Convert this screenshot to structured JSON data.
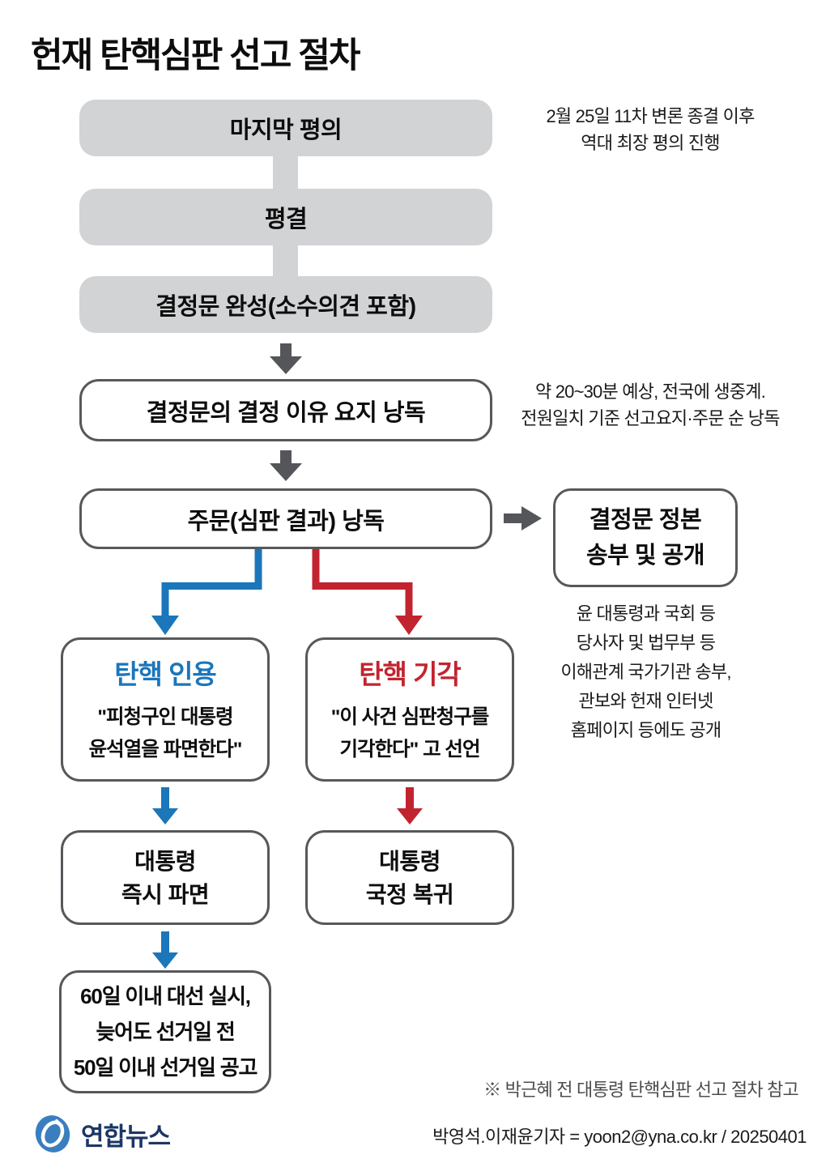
{
  "title": "헌재 탄핵심판 선고 절차",
  "colors": {
    "accept_blue": "#1b76ba",
    "reject_red": "#c2242f",
    "box_gray": "#d2d3d5",
    "border_gray": "#57585c",
    "logo_navy": "#1c3667",
    "logo_blue": "#3b7ec0"
  },
  "flow": {
    "step1": "마지막 평의",
    "step1_note": [
      "2월 25일 11차 변론 종결 이후",
      "역대 최장 평의 진행"
    ],
    "step2": "평결",
    "step3": "결정문 완성(소수의견 포함)",
    "step4": "결정문의 결정 이유 요지 낭독",
    "step4_note": [
      "약 20~30분 예상, 전국에 생중계.",
      "전원일치 기준 선고요지·주문 순 낭독"
    ],
    "step5": "주문(심판 결과) 낭독",
    "side_box": [
      "결정문 정본",
      "송부 및 공개"
    ],
    "side_box_note": [
      "윤 대통령과 국회 등",
      "당사자 및 법무부 등",
      "이해관계 국가기관 송부,",
      "관보와 헌재 인터넷",
      "홈페이지 등에도 공개"
    ]
  },
  "branches": {
    "accept": {
      "title": "탄핵 인용",
      "quote": [
        "\"피청구인 대통령",
        "윤석열을 파면한다\""
      ],
      "result": [
        "대통령",
        "즉시 파면"
      ],
      "followup": [
        "60일 이내 대선 실시,",
        "늦어도 선거일 전",
        "50일 이내 선거일 공고"
      ]
    },
    "reject": {
      "title": "탄핵 기각",
      "quote": [
        "\"이 사건 심판청구를",
        "기각한다\" 고 선언"
      ],
      "result": [
        "대통령",
        "국정 복귀"
      ]
    }
  },
  "footnote": "※ 박근혜 전 대통령 탄핵심판 선고 절차 참고",
  "footer": {
    "logo_text": "연합뉴스",
    "credit": "박영석.이재윤기자 = yoon2@yna.co.kr / 20250401"
  }
}
